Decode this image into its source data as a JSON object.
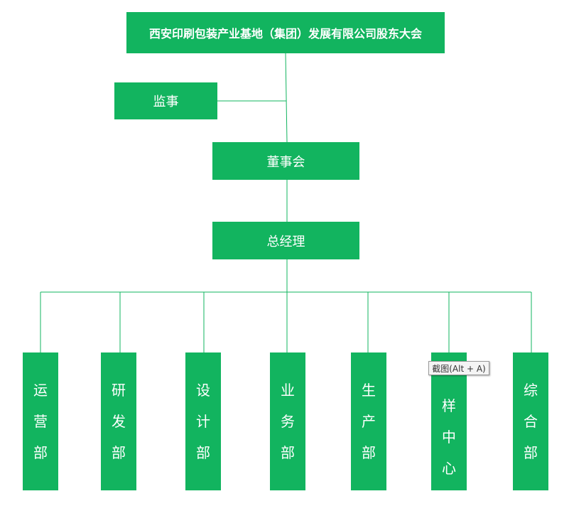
{
  "org_chart": {
    "shareholders_meeting": "西安印刷包装产业基地（集团）发展有限公司股东大会",
    "supervisor": "监事",
    "board": "董事会",
    "general_manager": "总经理",
    "departments": [
      {
        "chars": [
          "运",
          "营",
          "部"
        ]
      },
      {
        "chars": [
          "研",
          "发",
          "部"
        ]
      },
      {
        "chars": [
          "设",
          "计",
          "部"
        ]
      },
      {
        "chars": [
          "业",
          "务",
          "部"
        ]
      },
      {
        "chars": [
          "生",
          "产",
          "部"
        ]
      },
      {
        "chars": [
          "",
          "样",
          "中",
          "心"
        ]
      },
      {
        "chars": [
          "综",
          "合",
          "部"
        ]
      }
    ],
    "box_color": "#12b45f",
    "line_color": "#12b45f"
  },
  "tooltip": {
    "text": "截图(Alt + A)"
  }
}
